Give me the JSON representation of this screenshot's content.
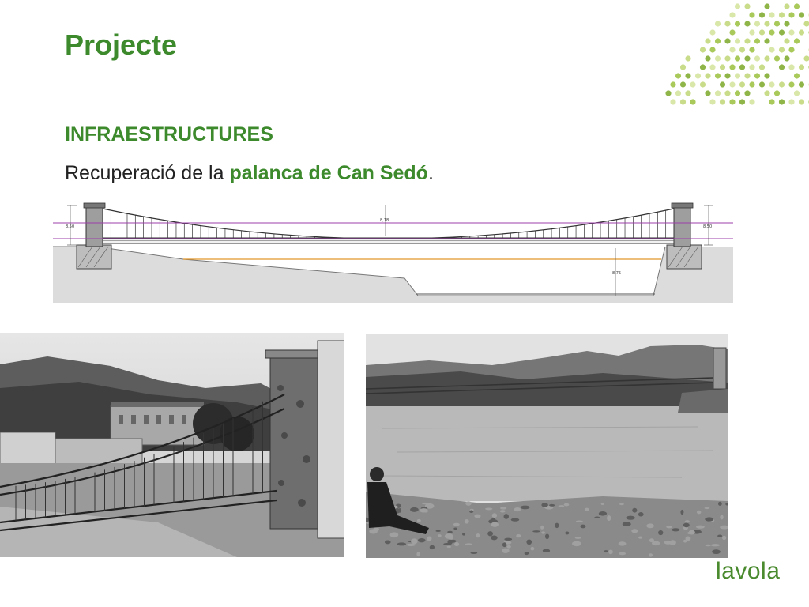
{
  "slide": {
    "title": "Projecte",
    "section_heading": "INFRAESTRUCTURES",
    "body_prefix": "Recuperació de la ",
    "body_highlight": "palanca de Can Sedó",
    "body_suffix": "."
  },
  "drawing": {
    "dimension_labels": [
      "8,50",
      "8,18",
      "8,50",
      "8,75"
    ]
  },
  "brand": {
    "logo_text": "lavola"
  },
  "colors": {
    "accent_green": "#3d8a2d",
    "cable_purple": "#9c3fa8",
    "water_orange": "#e0962b"
  }
}
